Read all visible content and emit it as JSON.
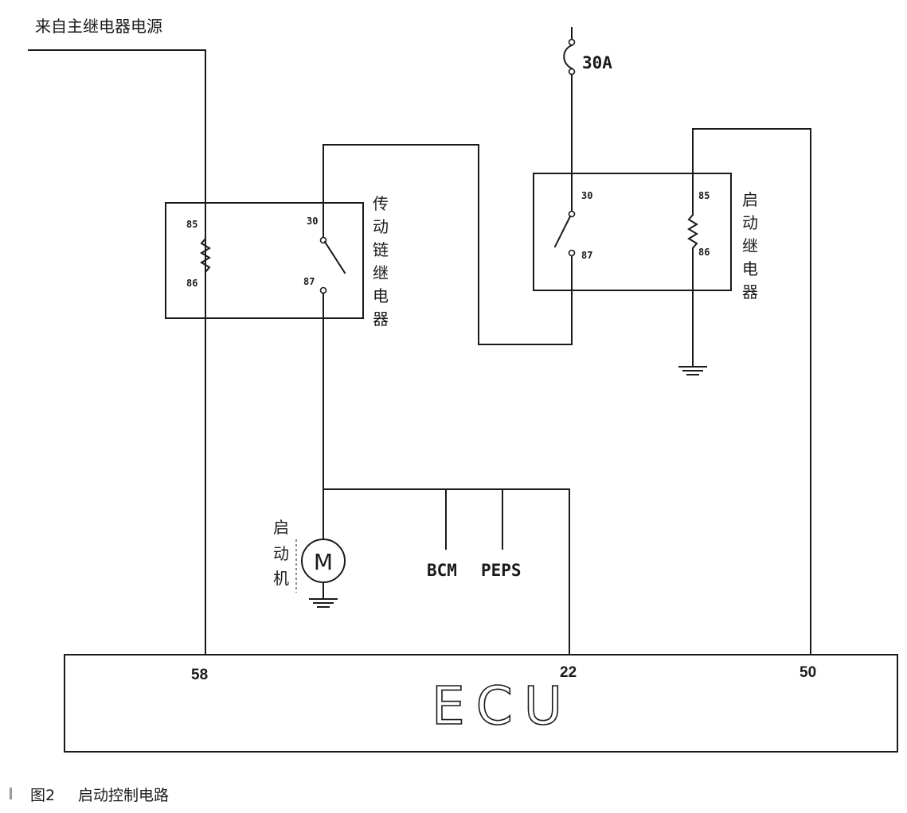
{
  "main_power": {
    "label": "来自主继电器电源"
  },
  "fuse": {
    "label": "30A"
  },
  "transmission_relay": {
    "name_chars": [
      "传",
      "动",
      "链",
      "继",
      "电",
      "器"
    ],
    "pins": {
      "p85": "85",
      "p86": "86",
      "p30": "30",
      "p87": "87"
    }
  },
  "start_relay": {
    "name_chars": [
      "启",
      "动",
      "继",
      "电",
      "器"
    ],
    "pins": {
      "p30": "30",
      "p87": "87",
      "p85": "85",
      "p86": "86"
    }
  },
  "starter": {
    "name_chars": [
      "启",
      "动",
      "机"
    ],
    "symbol": "M"
  },
  "branches": {
    "bcm": "BCM",
    "peps": "PEPS"
  },
  "ecu": {
    "label": "ECU",
    "pins": {
      "p58": "58",
      "p22": "22",
      "p50": "50"
    }
  },
  "caption": {
    "figure": "图2",
    "title": "启动控制电路"
  },
  "colors": {
    "ink": "#1a1a1a",
    "background": "#ffffff"
  }
}
